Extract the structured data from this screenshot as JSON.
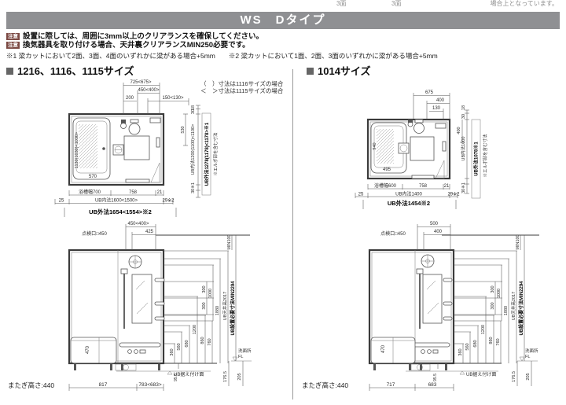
{
  "top_strip": {
    "a": "3面",
    "b": "3面",
    "c": "場合上となっています。"
  },
  "title": "WS　Dタイプ",
  "notes": {
    "badge": "注意",
    "line1": "設置に際しては、周囲に3mm以上のクリアランスを確保してください。",
    "line2": "換気器具を取り付ける場合、天井裏クリアランスMIN250必要です。",
    "footnote": "※1 梁カットにおいて2面、3面、4面のいずれかに梁がある場合+5mm　　※2 梁カットにおいて1面、2面、3面のいずれかに梁がある場合+5mm"
  },
  "left": {
    "header": "1216、1116、1115サイズ",
    "legend1": "（　）寸法は1116サイズの場合",
    "legend2": "＜　＞寸法は1115サイズの場合",
    "plan": {
      "w_total": "725<675>",
      "w_450": "450<400>",
      "w_200": "200",
      "w_150": "150<130>",
      "d_18": "18",
      "d_530": "530",
      "d_30": "30",
      "d_inner": "UB内法1200(1100)<1100>",
      "d_30b": "30※1",
      "d_outer": "UB外法1278(1178)<1178>※1",
      "elbow": "※エルボ部を含む寸法",
      "tub_l": "1130(1030)<1030>",
      "tub_570": "570",
      "b_tub": "浴槽幅700",
      "b_758": "758",
      "b_21": "21",
      "b_25": "25",
      "b_inner": "UB内法1600<1500>",
      "b_29": "29※2",
      "b_outer": "UB外法1654<1554>※2"
    },
    "elev": {
      "insp": "点検口□450",
      "t450": "450<400>",
      "t425": "425",
      "min100": "MIN100",
      "req": "UB設置必要寸法MIN2294",
      "ceil": "UB天井高2017",
      "h1880": "1880",
      "h1000": "1000",
      "h300a": "300",
      "h300b": "300",
      "h1200": "1200",
      "h860": "860",
      "h760": "760",
      "h680": "680",
      "h560": "560",
      "h360": "360",
      "tub470": "470",
      "base": "UB据え付け面",
      "fl1": "洗面所",
      "fl2": "FL",
      "p955": "95.5",
      "p1765": "176.5",
      "p205": "205",
      "b817": "817",
      "b783": "783<683>",
      "step": "またぎ高さ:440"
    }
  },
  "right": {
    "header": "1014サイズ",
    "plan": {
      "w_total": "675",
      "w_400": "400",
      "w_130": "130",
      "d_18": "18",
      "d_400": "400",
      "d_30": "30",
      "d_inner": "UB内法1000",
      "d_30b": "30※1",
      "d_outer": "UB外法1078※1",
      "elbow": "※エルボ部を含む寸法",
      "tub_l": "940",
      "tub_495": "495",
      "b_tub": "浴槽幅600",
      "b_758": "758",
      "b_21": "21",
      "b_25": "25",
      "b_inner": "UB内法1400",
      "b_29": "29※2",
      "b_outer": "UB外法1454※2"
    },
    "elev": {
      "insp": "点検口□450",
      "t500": "500",
      "t400": "400",
      "min100": "MIN100",
      "req": "UB設置必要寸法MIN2294",
      "ceil": "UB天井高2017",
      "h1880": "1880",
      "h1000": "1000",
      "h300a": "300",
      "h300b": "300",
      "h1200": "1200",
      "h860": "860",
      "h760": "760",
      "h680": "680",
      "h560": "560",
      "h360": "360",
      "tub470": "470",
      "base": "UB据え付け面",
      "fl1": "洗面所",
      "fl2": "FL",
      "p955": "95.5",
      "p1765": "176.5",
      "p205": "205",
      "b717": "717",
      "b683": "683",
      "step": "またぎ高さ:440"
    }
  }
}
